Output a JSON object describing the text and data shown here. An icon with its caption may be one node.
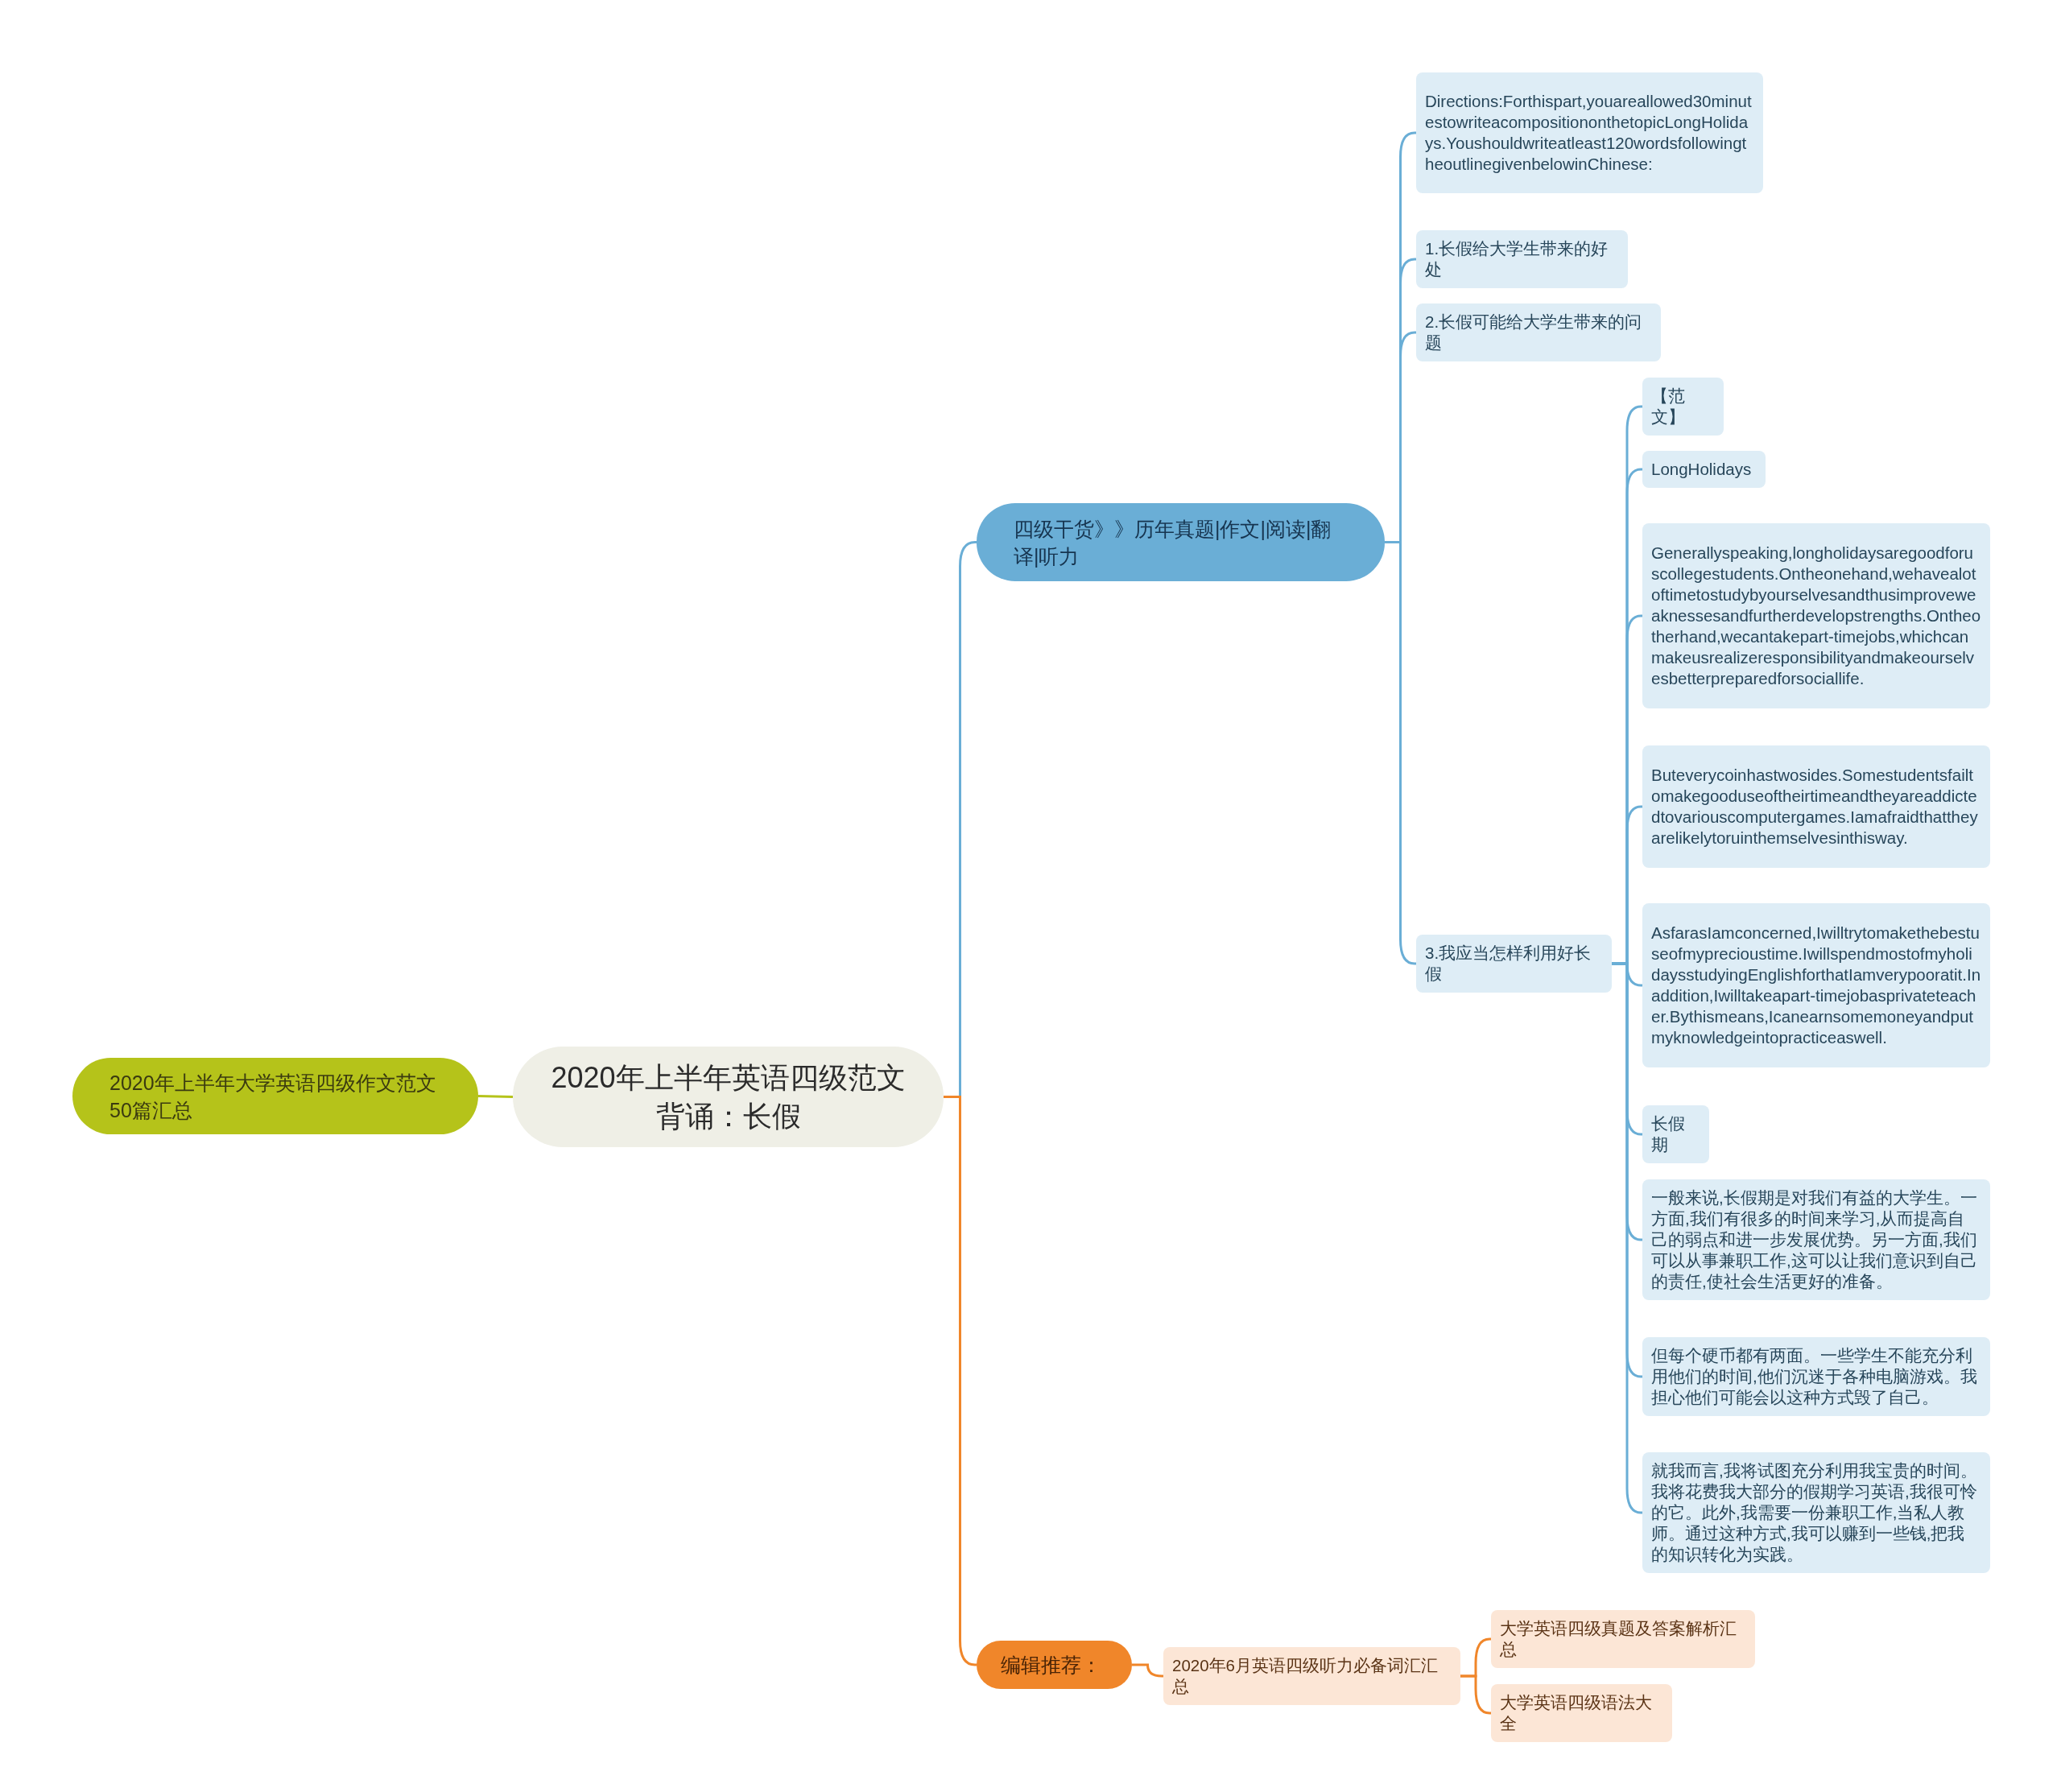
{
  "diagram": {
    "nodes": [
      {
        "text": [
          "2020年上半年英语四级范文背诵：长假"
        ]
      },
      {
        "text": [
          "2020年上半年大学英语四级作文范文50篇汇总"
        ]
      },
      {
        "text": [
          "四级干货》》历年真题|作文|阅读|翻译|听力"
        ]
      },
      {
        "text": [
          "Directions:Forthispart,youareallowed30minutestowriteacompositiononthetopicLongHolidays.Youshouldwriteatleast120wordsfollowingtheoutlinegivenbelowinChinese:"
        ]
      },
      {
        "text": [
          "1.长假给大学生带来的好处"
        ]
      },
      {
        "text": [
          "2.长假可能给大学生带来的问题"
        ]
      },
      {
        "text": [
          "3.我应当怎样利用好长假"
        ]
      },
      {
        "text": [
          "【范文】"
        ]
      },
      {
        "text": [
          "LongHolidays"
        ]
      },
      {
        "text": [
          "Generallyspeaking,longholidaysaregoodforuscollegestudents.Ontheonehand,wehavealotoftimetostudybyourselvesandthusimproveweaknessesandfurtherdevelopstrengths.Ontheotherhand,wecantakepart-timejobs,whichcanmakeusrealizeresponsibilityandmakeourselvesbetterpreparedforsociallife."
        ]
      },
      {
        "text": [
          "Buteverycoinhastwosides.Somestudentsfailtomakegooduseoftheirtimeandtheyareaddictedtovariouscomputergames.Iamafraidthattheyarelikelytoruinthemselvesinthisway."
        ]
      },
      {
        "text": [
          "AsfarasIamconcerned,Iwilltrytomakethebestuseofmyprecioustime.IwillspendmostofmyholidaysstudyingEnglishforthatIamverypooratit.Inaddition,Iwilltakeapart-timejobasprivateteacher.Bythismeans,Icanearnsomemoneyandputmyknowledgeintopracticeaswell."
        ]
      },
      {
        "text": [
          "长假期"
        ]
      },
      {
        "text": [
          "一般来说,长假期是对我们有益的大学生。一方面,我们有很多的时间来学习,从而提高自己的弱点和进一步发展优势。另一方面,我们可以从事兼职工作,这可以让我们意识到自己的责任,使社会生活更好的准备。"
        ]
      },
      {
        "text": [
          "但每个硬币都有两面。一些学生不能充分利用他们的时间,他们沉迷于各种电脑游戏。我担心他们可能会以这种方式毁了自己。"
        ]
      },
      {
        "text": [
          "就我而言,我将试图充分利用我宝贵的时间。我将花费我大部分的假期学习英语,我很可怜的它。此外,我需要一份兼职工作,当私人教师。通过这种方式,我可以赚到一些钱,把我的知识转化为实践。"
        ]
      },
      {
        "text": [
          "编辑推荐："
        ]
      },
      {
        "text": [
          "2020年6月英语四级听力必备词汇汇总"
        ]
      },
      {
        "text": [
          "大学英语四级真题及答案解析汇总"
        ]
      },
      {
        "text": [
          "大学英语四级语法大全"
        ]
      }
    ],
    "edges": [
      {
        "from": 0,
        "to": 1,
        "arrow": "none",
        "color": "#b5c31a"
      },
      {
        "from": 0,
        "to": 2,
        "arrow": "none"
      },
      {
        "from": 2,
        "to": 3,
        "arrow": "none"
      },
      {
        "from": 2,
        "to": 4,
        "arrow": "none"
      },
      {
        "from": 2,
        "to": 5,
        "arrow": "none"
      },
      {
        "from": 2,
        "to": 6,
        "arrow": "none"
      },
      {
        "from": 6,
        "to": 7,
        "arrow": "none"
      },
      {
        "from": 6,
        "to": 8,
        "arrow": "none"
      },
      {
        "from": 6,
        "to": 9,
        "arrow": "none"
      },
      {
        "from": 6,
        "to": 10,
        "arrow": "none"
      },
      {
        "from": 6,
        "to": 11,
        "arrow": "none"
      },
      {
        "from": 6,
        "to": 12,
        "arrow": "none"
      },
      {
        "from": 6,
        "to": 13,
        "arrow": "none"
      },
      {
        "from": 6,
        "to": 14,
        "arrow": "none"
      },
      {
        "from": 6,
        "to": 15,
        "arrow": "none"
      },
      {
        "from": 0,
        "to": 16,
        "arrow": "none",
        "color": "#f0862a"
      },
      {
        "from": 16,
        "to": 17,
        "arrow": "none",
        "color": "#f0862a"
      },
      {
        "from": 17,
        "to": 18,
        "arrow": "none",
        "color": "#f0862a"
      },
      {
        "from": 17,
        "to": 19,
        "arrow": "none",
        "color": "#f0862a"
      }
    ]
  }
}
